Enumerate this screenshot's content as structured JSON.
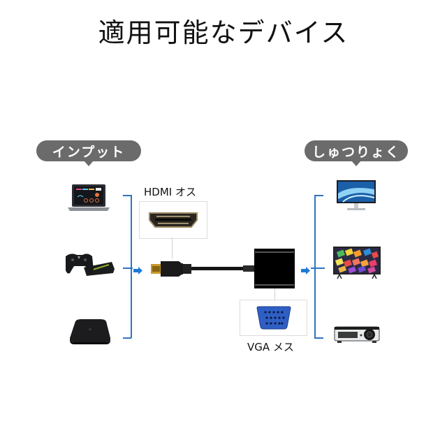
{
  "title": "適用可能なデバイス",
  "input": {
    "label": "インプット",
    "devices": [
      {
        "name": "laptop"
      },
      {
        "name": "game-console"
      },
      {
        "name": "tv-box"
      }
    ]
  },
  "output": {
    "label": "しゅつりょく",
    "devices": [
      {
        "name": "monitor"
      },
      {
        "name": "tv"
      },
      {
        "name": "projector"
      }
    ]
  },
  "adapter": {
    "hdmi_label": "HDMI オス",
    "vga_label": "VGA メス"
  },
  "colors": {
    "bracket": "#2f74c0",
    "arrow": "#1e7ad6",
    "pill": "#6b6b6b",
    "vga_port": "#2f5fc4"
  }
}
